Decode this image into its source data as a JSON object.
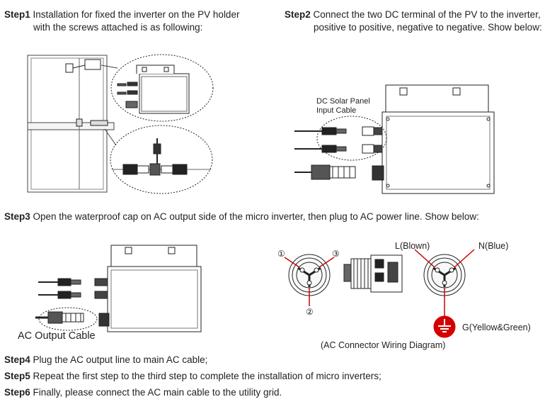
{
  "step1": {
    "tag": "Step1",
    "line1": "Installation for fixed the inverter on the PV holder",
    "line2": "with the screws attached is as following:"
  },
  "step2": {
    "tag": "Step2",
    "line1": "Connect the two DC terminal of the PV to the inverter,",
    "line2": "positive to positive, negative to negative. Show below:"
  },
  "dc_label": {
    "line1": "DC Solar Panel",
    "line2": "Input Cable"
  },
  "step3": {
    "tag": "Step3",
    "text": "Open the waterproof cap on AC output side of the micro inverter, then plug to AC power line. Show below:"
  },
  "ac_output_label": "AC Output Cable",
  "markers": {
    "m1": "①",
    "m2": "②",
    "m3": "③"
  },
  "wiring": {
    "l": "L(Blown)",
    "n": "N(Blue)",
    "g": "G(Yellow&Green)",
    "caption": "(AC Connector Wiring Diagram)"
  },
  "step4": {
    "tag": "Step4",
    "text": "Plug the AC output line to main AC cable;"
  },
  "step5": {
    "tag": "Step5",
    "text": "Repeat the first step to the third step to complete the installation of micro inverters;"
  },
  "step6": {
    "tag": "Step6",
    "text": "Finally, please connect the AC main cable to the utility grid."
  }
}
